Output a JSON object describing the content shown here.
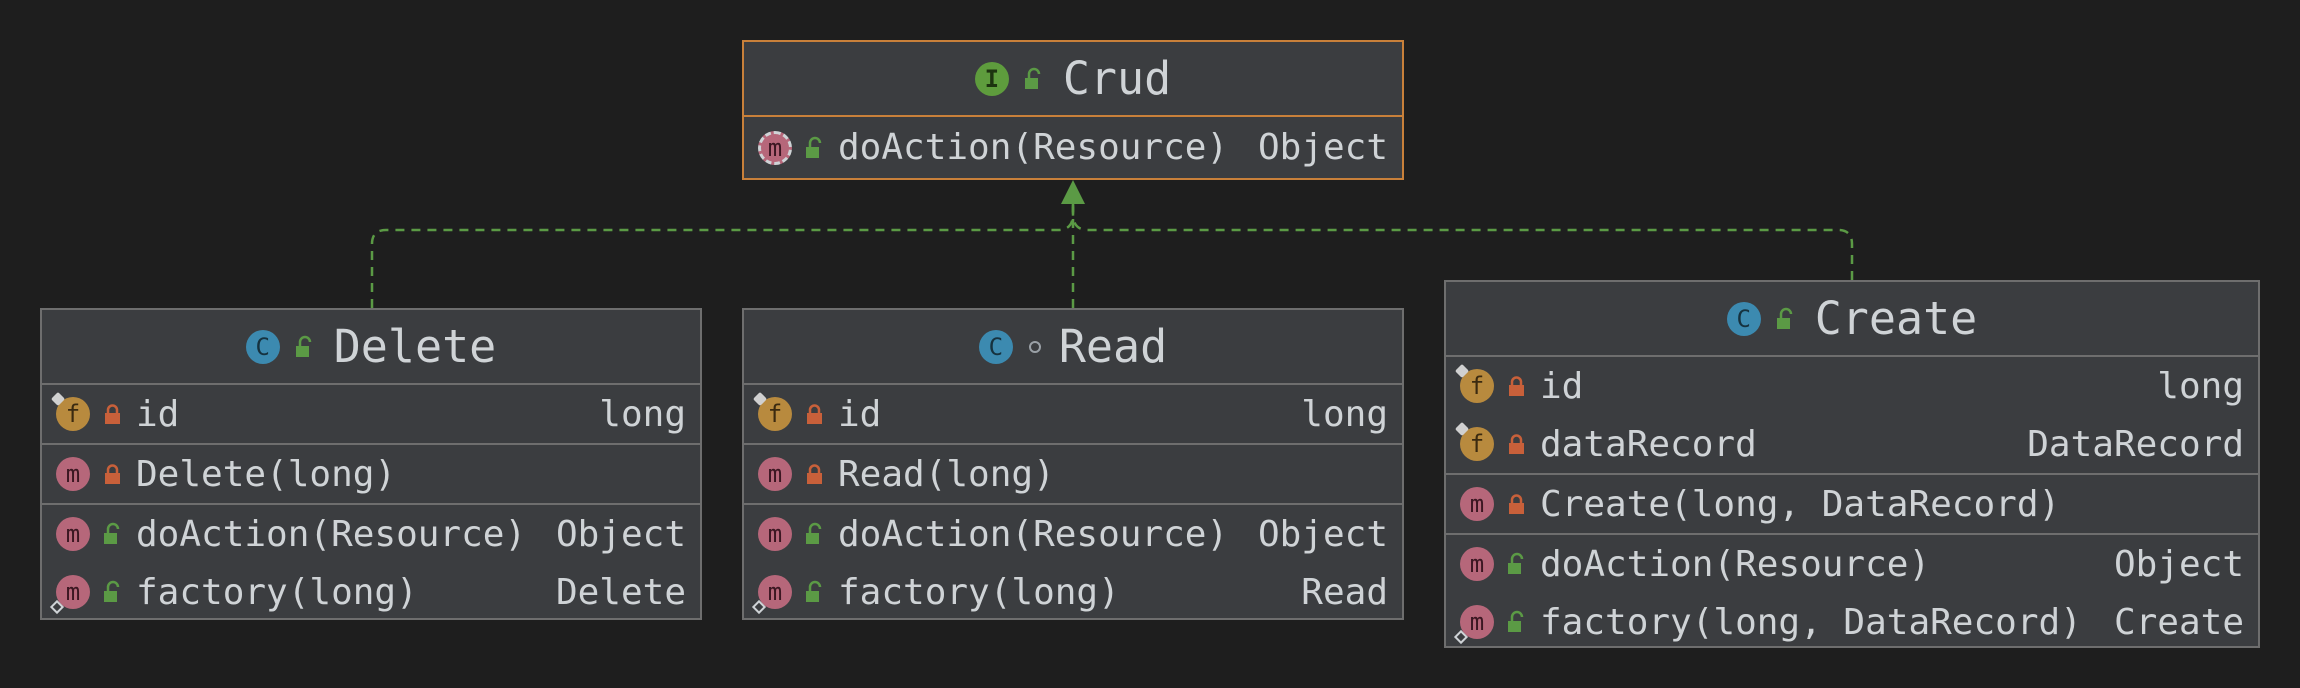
{
  "colors": {
    "background": "#1e1e1e",
    "box_fill": "#3b3d40",
    "box_border": "#6e6e6e",
    "interface_border": "#c8803a",
    "arrow": "#5b9a45",
    "text": "#cfd3d6"
  },
  "interface": {
    "kind_icon": "interface-icon",
    "kind_letter": "I",
    "title": "Crud",
    "methods": [
      {
        "icon": "method-icon",
        "letter": "m",
        "visibility": "public",
        "name": "doAction(Resource)",
        "type": "Object"
      }
    ]
  },
  "classes": {
    "delete": {
      "kind_icon": "class-icon",
      "kind_letter": "C",
      "visibility": "public",
      "title": "Delete",
      "fields": [
        {
          "letter": "f",
          "visibility": "private",
          "name": "id",
          "type": "long"
        }
      ],
      "constructors": [
        {
          "letter": "m",
          "visibility": "private",
          "name": "Delete(long)",
          "type": ""
        }
      ],
      "methods": [
        {
          "letter": "m",
          "visibility": "public",
          "name": "doAction(Resource)",
          "type": "Object"
        },
        {
          "letter": "m",
          "visibility": "public",
          "name": "factory(long)",
          "type": "Delete"
        }
      ]
    },
    "read": {
      "kind_icon": "class-icon",
      "kind_letter": "C",
      "visibility": "package-private",
      "title": "Read",
      "fields": [
        {
          "letter": "f",
          "visibility": "private",
          "name": "id",
          "type": "long"
        }
      ],
      "constructors": [
        {
          "letter": "m",
          "visibility": "private",
          "name": "Read(long)",
          "type": ""
        }
      ],
      "methods": [
        {
          "letter": "m",
          "visibility": "public",
          "name": "doAction(Resource)",
          "type": "Object"
        },
        {
          "letter": "m",
          "visibility": "public",
          "name": "factory(long)",
          "type": "Read"
        }
      ]
    },
    "create": {
      "kind_icon": "class-icon",
      "kind_letter": "C",
      "visibility": "public",
      "title": "Create",
      "fields": [
        {
          "letter": "f",
          "visibility": "private",
          "name": "id",
          "type": "long"
        },
        {
          "letter": "f",
          "visibility": "private",
          "name": "dataRecord",
          "type": "DataRecord"
        }
      ],
      "constructors": [
        {
          "letter": "m",
          "visibility": "private",
          "name": "Create(long, DataRecord)",
          "type": ""
        }
      ],
      "methods": [
        {
          "letter": "m",
          "visibility": "public",
          "name": "doAction(Resource)",
          "type": "Object"
        },
        {
          "letter": "m",
          "visibility": "public",
          "name": "factory(long, DataRecord)",
          "type": "Create"
        }
      ]
    }
  },
  "relations": [
    {
      "from": "Delete",
      "to": "Crud",
      "kind": "realization"
    },
    {
      "from": "Read",
      "to": "Crud",
      "kind": "realization"
    },
    {
      "from": "Create",
      "to": "Crud",
      "kind": "realization"
    }
  ]
}
